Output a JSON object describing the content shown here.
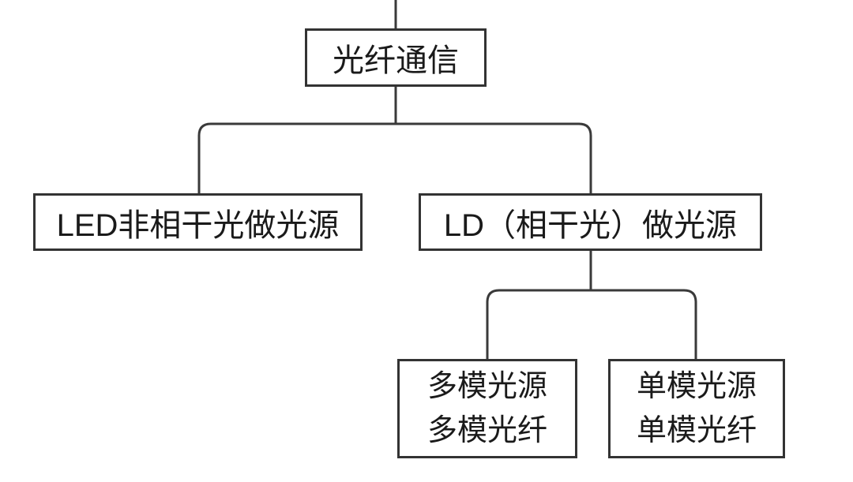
{
  "colors": {
    "line": "#3a3a3a",
    "border": "#333333",
    "text": "#1a1a1a",
    "background": "#ffffff"
  },
  "nodes": {
    "root": {
      "label": "光纤通信"
    },
    "led": {
      "label": "LED非相干光做光源"
    },
    "ld": {
      "label": "LD（相干光）做光源"
    },
    "multimode": {
      "line1": "多模光源",
      "line2": "多模光纤"
    },
    "singlemode": {
      "line1": "单模光源",
      "line2": "单模光纤"
    }
  },
  "edges": [
    {
      "from": "root",
      "to": "led"
    },
    {
      "from": "root",
      "to": "ld"
    },
    {
      "from": "ld",
      "to": "multimode"
    },
    {
      "from": "ld",
      "to": "singlemode"
    }
  ]
}
